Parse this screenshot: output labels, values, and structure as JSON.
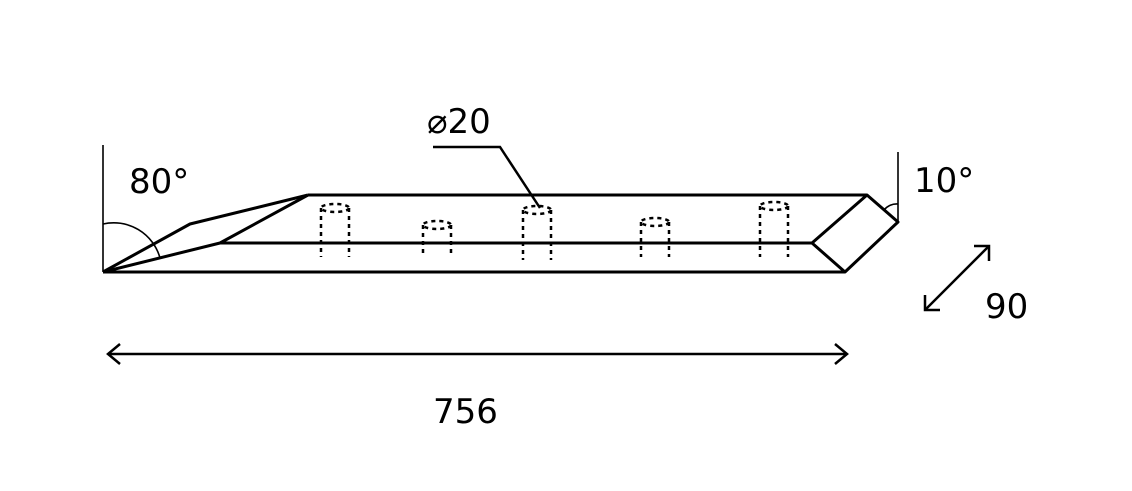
{
  "labels": {
    "angle_left": "80°",
    "angle_right": "10°",
    "diameter": "⌀20",
    "length": "756",
    "width": "90"
  },
  "colors": {
    "stroke": "#000000",
    "background": "#ffffff"
  }
}
